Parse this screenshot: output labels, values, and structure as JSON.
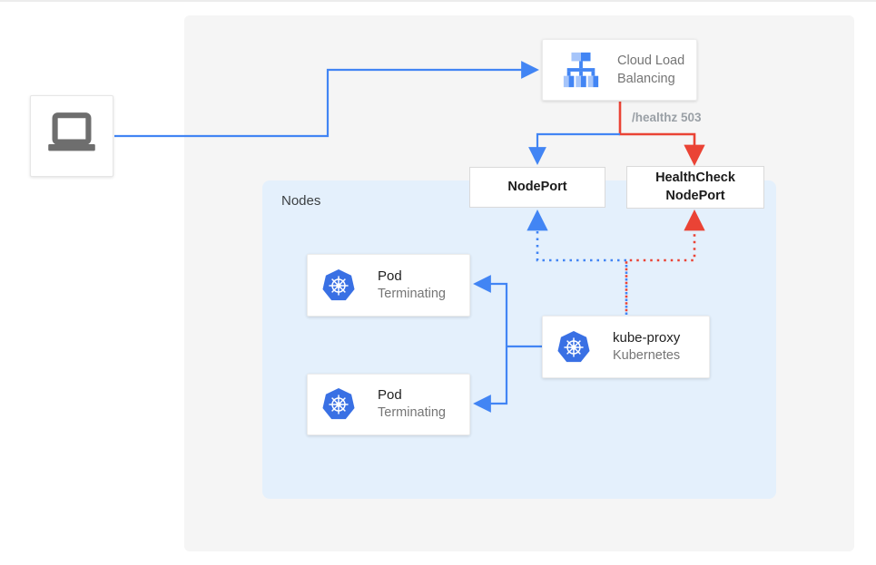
{
  "colors": {
    "blue": "#4285f4",
    "red": "#ea4335",
    "k8s_blue": "#3970e4",
    "panel_bg": "#f5f5f5",
    "nodes_bg": "#e4f0fc",
    "gray_text": "#757575",
    "dark_text": "#212121",
    "healthz_gray": "#9aa0a6"
  },
  "client": {
    "icon": "laptop"
  },
  "load_balancer": {
    "label": "Cloud Load Balancing",
    "icon": "cloud-load-balancing"
  },
  "edge_labels": {
    "healthz": "/healthz 503"
  },
  "node_port": {
    "label": "NodePort"
  },
  "health_check_node_port": {
    "label": "HealthCheck NodePort"
  },
  "nodes_panel": {
    "label": "Nodes"
  },
  "pods": [
    {
      "title": "Pod",
      "subtitle": "Terminating",
      "icon": "kubernetes"
    },
    {
      "title": "Pod",
      "subtitle": "Terminating",
      "icon": "kubernetes"
    }
  ],
  "kube_proxy": {
    "title": "kube-proxy",
    "subtitle": "Kubernetes",
    "icon": "kubernetes"
  }
}
